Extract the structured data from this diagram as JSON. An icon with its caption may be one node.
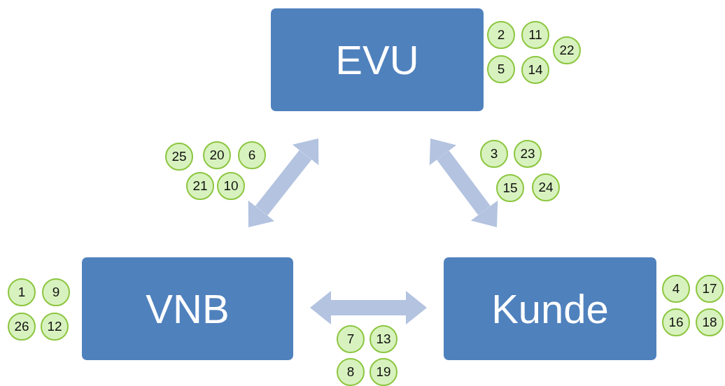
{
  "diagram": {
    "nodes": [
      {
        "text": [
          "EVU"
        ]
      },
      {
        "text": [
          "2"
        ]
      },
      {
        "text": [
          "11"
        ]
      },
      {
        "text": [
          "22"
        ]
      },
      {
        "text": [
          "5"
        ]
      },
      {
        "text": [
          "14"
        ]
      },
      {
        "text": [
          "25"
        ]
      },
      {
        "text": [
          "20"
        ]
      },
      {
        "text": [
          "6"
        ]
      },
      {
        "text": [
          "21"
        ]
      },
      {
        "text": [
          "10"
        ]
      },
      {
        "text": [
          "3"
        ]
      },
      {
        "text": [
          "23"
        ]
      },
      {
        "text": [
          "15"
        ]
      },
      {
        "text": [
          "24"
        ]
      },
      {
        "text": [
          "1"
        ]
      },
      {
        "text": [
          "9"
        ]
      },
      {
        "text": [
          "26"
        ]
      },
      {
        "text": [
          "12"
        ]
      },
      {
        "text": [
          "VNB"
        ]
      },
      {
        "text": [
          "Kunde"
        ]
      },
      {
        "text": [
          "4"
        ]
      },
      {
        "text": [
          "17"
        ]
      },
      {
        "text": [
          "16"
        ]
      },
      {
        "text": [
          "18"
        ]
      },
      {
        "text": [
          "7"
        ]
      },
      {
        "text": [
          "13"
        ]
      },
      {
        "text": [
          "8"
        ]
      },
      {
        "text": [
          "19"
        ]
      }
    ],
    "edges": [
      {
        "from": 19,
        "to": 0,
        "arrow": "both"
      },
      {
        "from": 0,
        "to": 20,
        "arrow": "both"
      },
      {
        "from": 19,
        "to": 20,
        "arrow": "both"
      }
    ]
  }
}
